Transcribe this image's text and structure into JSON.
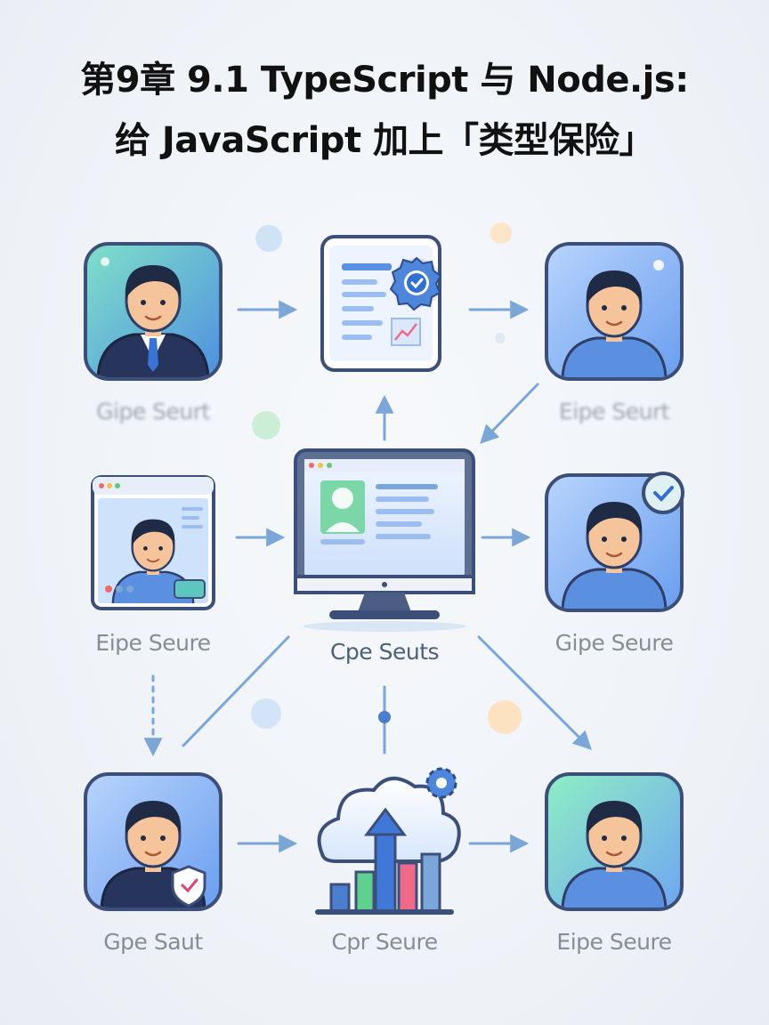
{
  "title": {
    "line1": "第9章 9.1 TypeScript 与 Node.js:",
    "line2": "给 JavaScript 加上「类型保险」"
  },
  "nodes": {
    "top_left_user": {
      "caption": "Gipe Seurt"
    },
    "top_doc": {
      "caption": ""
    },
    "top_right_user": {
      "caption": "Eipe Seurt"
    },
    "mid_left_video": {
      "caption": "Eipe Seure"
    },
    "center_monitor": {
      "caption": "Cpe Seuts"
    },
    "mid_right_user": {
      "caption": "Gipe Seure"
    },
    "bottom_left_user": {
      "caption": "Gpe Saut"
    },
    "bottom_cloud": {
      "caption": "Cpr Seure"
    },
    "bottom_right_user": {
      "caption": "Eipe Seure"
    }
  },
  "icons": {
    "top_doc": "document-check-icon",
    "center_monitor": "monitor-icon",
    "mid_left_video": "video-call-icon",
    "bottom_cloud": "cloud-chart-icon",
    "mid_right_badge": "check-badge-icon",
    "bottom_left_badge": "shield-check-icon"
  },
  "colors": {
    "arrow": "#7aa6d8",
    "frame": "#3c4f78",
    "skin": "#f6c49a",
    "hair": "#1f2a44"
  }
}
